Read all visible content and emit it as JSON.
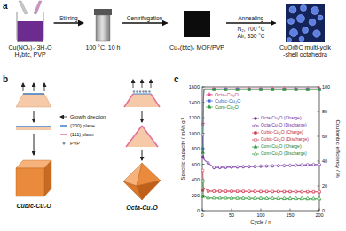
{
  "diagram": {
    "nodes": [
      {
        "text": [
          "Cu(NO₃)₂·3H₂O",
          "H₃btc, PVP"
        ]
      },
      {
        "text": [
          "100 °C, 10 h"
        ]
      },
      {
        "text": [
          "Cu₃(btc)₂ MOF/PVP"
        ]
      },
      {
        "text": [
          "CuO@C multi-yolk -shell octahedra"
        ]
      }
    ],
    "edges": [
      {
        "from": 0,
        "to": 1,
        "label": "Stirring",
        "arrow": "to"
      },
      {
        "from": 1,
        "to": 2,
        "label": "Centrifugation",
        "arrow": "to"
      },
      {
        "from": 2,
        "to": 3,
        "label": "Annealing",
        "arrow": "to"
      }
    ],
    "labels": [
      "a",
      "N₂, 700 °C",
      "Air, 350 °C",
      "b",
      "Cubic-Cu₂O",
      "Octa-Cu₂O",
      "c",
      "Specific capacity / mAh g⁻¹",
      "Coulombic efficiency / %",
      "Cycle / n",
      "0",
      "200",
      "400",
      "600",
      "800",
      "1000",
      "1200",
      "1400",
      "1600",
      "0",
      "50",
      "100",
      "150",
      "200",
      "0",
      "20",
      "40",
      "60",
      "80",
      "100"
    ],
    "legend": [
      {
        "text": "Growth direction"
      },
      {
        "text": "(200) plane"
      },
      {
        "text": "(111) plane"
      },
      {
        "text": "PVP"
      },
      {
        "text": "Octa-Cu₂O"
      },
      {
        "text": "Cubic-Cu₂O"
      },
      {
        "text": "Com-Cu₂O"
      },
      {
        "text": "Octa-Cu₂O (Charge)"
      },
      {
        "text": "Octa-Cu₂O (Discharge)"
      },
      {
        "text": "Cubic-Cu₂O (Charge)"
      },
      {
        "text": "Cubic-Cu₂O (Discharge)"
      },
      {
        "text": "Com-Cu₂O (Charge)"
      },
      {
        "text": "Com-Cu₂O (Discharge)"
      }
    ]
  }
}
